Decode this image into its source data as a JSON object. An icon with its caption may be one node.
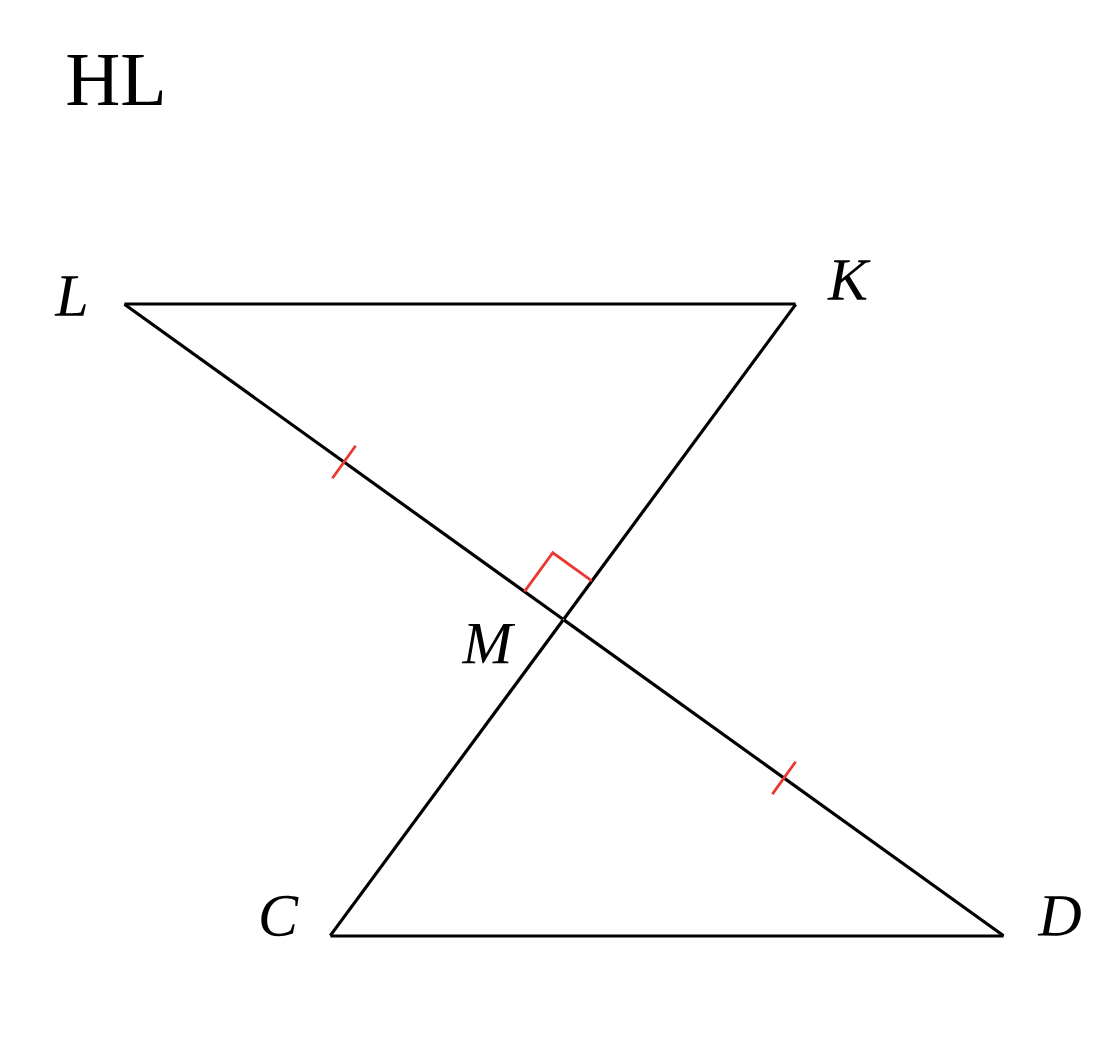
{
  "diagram": {
    "title": "HL",
    "nodes": [
      {
        "text": [
          "L"
        ]
      },
      {
        "text": [
          "K"
        ]
      },
      {
        "text": [
          "M"
        ]
      },
      {
        "text": [
          "C"
        ]
      },
      {
        "text": [
          "D"
        ]
      }
    ],
    "edges": [
      {
        "from": 0,
        "to": 1,
        "arrow": "none"
      },
      {
        "from": 0,
        "to": 2,
        "arrow": "none"
      },
      {
        "from": 2,
        "to": 4,
        "arrow": "none"
      },
      {
        "from": 1,
        "to": 2,
        "arrow": "none"
      },
      {
        "from": 2,
        "to": 3,
        "arrow": "none"
      },
      {
        "from": 3,
        "to": 4,
        "arrow": "none"
      }
    ]
  }
}
